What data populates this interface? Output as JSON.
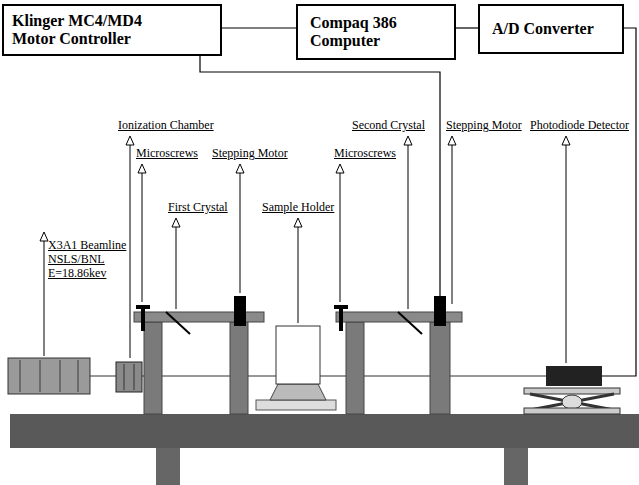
{
  "diagram": {
    "nodes": [
      {
        "text": [
          "Klinger MC4/MD4 Motor Controller"
        ]
      },
      {
        "text": [
          "Compaq 386 Computer"
        ]
      },
      {
        "text": [
          "A/D Converter"
        ]
      }
    ],
    "edges": [
      {
        "from": 0,
        "to": 1,
        "arrow": "none"
      },
      {
        "from": 1,
        "to": 2,
        "arrow": "none"
      }
    ],
    "labels": [
      "X3A1 Beamline NSLS/BNL E=18.86kev",
      "Ionization Chamber",
      "Microscrews",
      "First Crystal",
      "Stepping Motor",
      "Sample Holder",
      "Microscrews",
      "Second Crystal",
      "Stepping Motor",
      "Photodiode Detector"
    ]
  }
}
